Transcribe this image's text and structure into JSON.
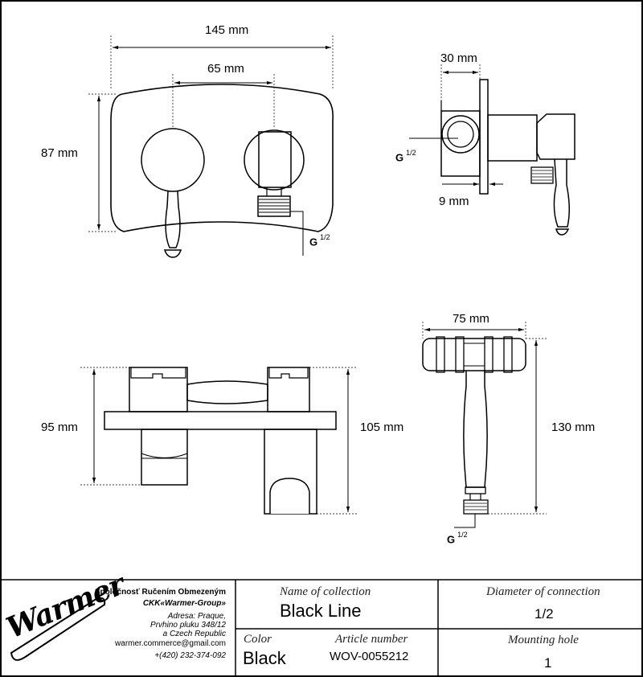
{
  "dimensions": {
    "top_width": "145 mm",
    "hole_spacing": "65 mm",
    "top_height": "87 mm",
    "side_depth": "30 mm",
    "side_plate": "9 mm",
    "front_height": "95 mm",
    "front_total": "105 mm",
    "shower_width": "75 mm",
    "shower_height": "130 mm"
  },
  "thread": {
    "label": "G",
    "fraction": "1/2"
  },
  "company": {
    "logo_text": "Warmer",
    "name": "Spoločnosť Ručením Obmezeným",
    "group": "CKK«Warmer-Group»",
    "address_1": "Adresa: Praque,",
    "address_2": "Prvhino pluku 348/12",
    "address_3": "a Czech Republic",
    "email": "warmer.commerce@gmail.com",
    "phone": "+(420) 232-374-092"
  },
  "table": {
    "collection_label": "Name of collection",
    "collection_value": "Black Line",
    "diameter_label": "Diameter of connection",
    "diameter_value": "1/2",
    "color_label": "Color",
    "color_value": "Black",
    "article_label": "Article number",
    "article_value": "WOV-0055212",
    "mounting_label": "Mounting hole",
    "mounting_value": "1"
  }
}
